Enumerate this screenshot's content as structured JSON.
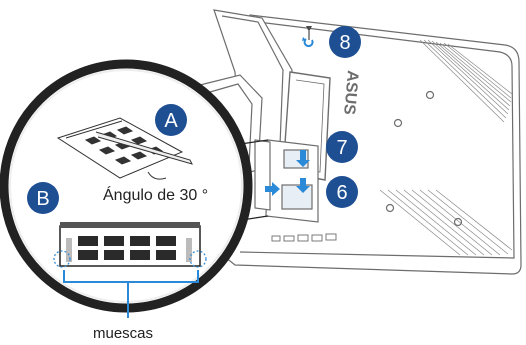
{
  "colors": {
    "step_circle": "#1e4f93",
    "step_text": "#ffffff",
    "line_art": "#6d6d6d",
    "accent_blue": "#2b8ad8",
    "notch_ring": "#3a8fd6"
  },
  "device": {
    "brand_mark": "ASUS"
  },
  "steps": [
    {
      "id": "A",
      "text": "A"
    },
    {
      "id": "B",
      "text": "B"
    },
    {
      "id": "6",
      "text": "6"
    },
    {
      "id": "7",
      "text": "7"
    },
    {
      "id": "8",
      "text": "8"
    }
  ],
  "labels": {
    "angle": "Ángulo de 30 °",
    "notches": "muescas"
  }
}
